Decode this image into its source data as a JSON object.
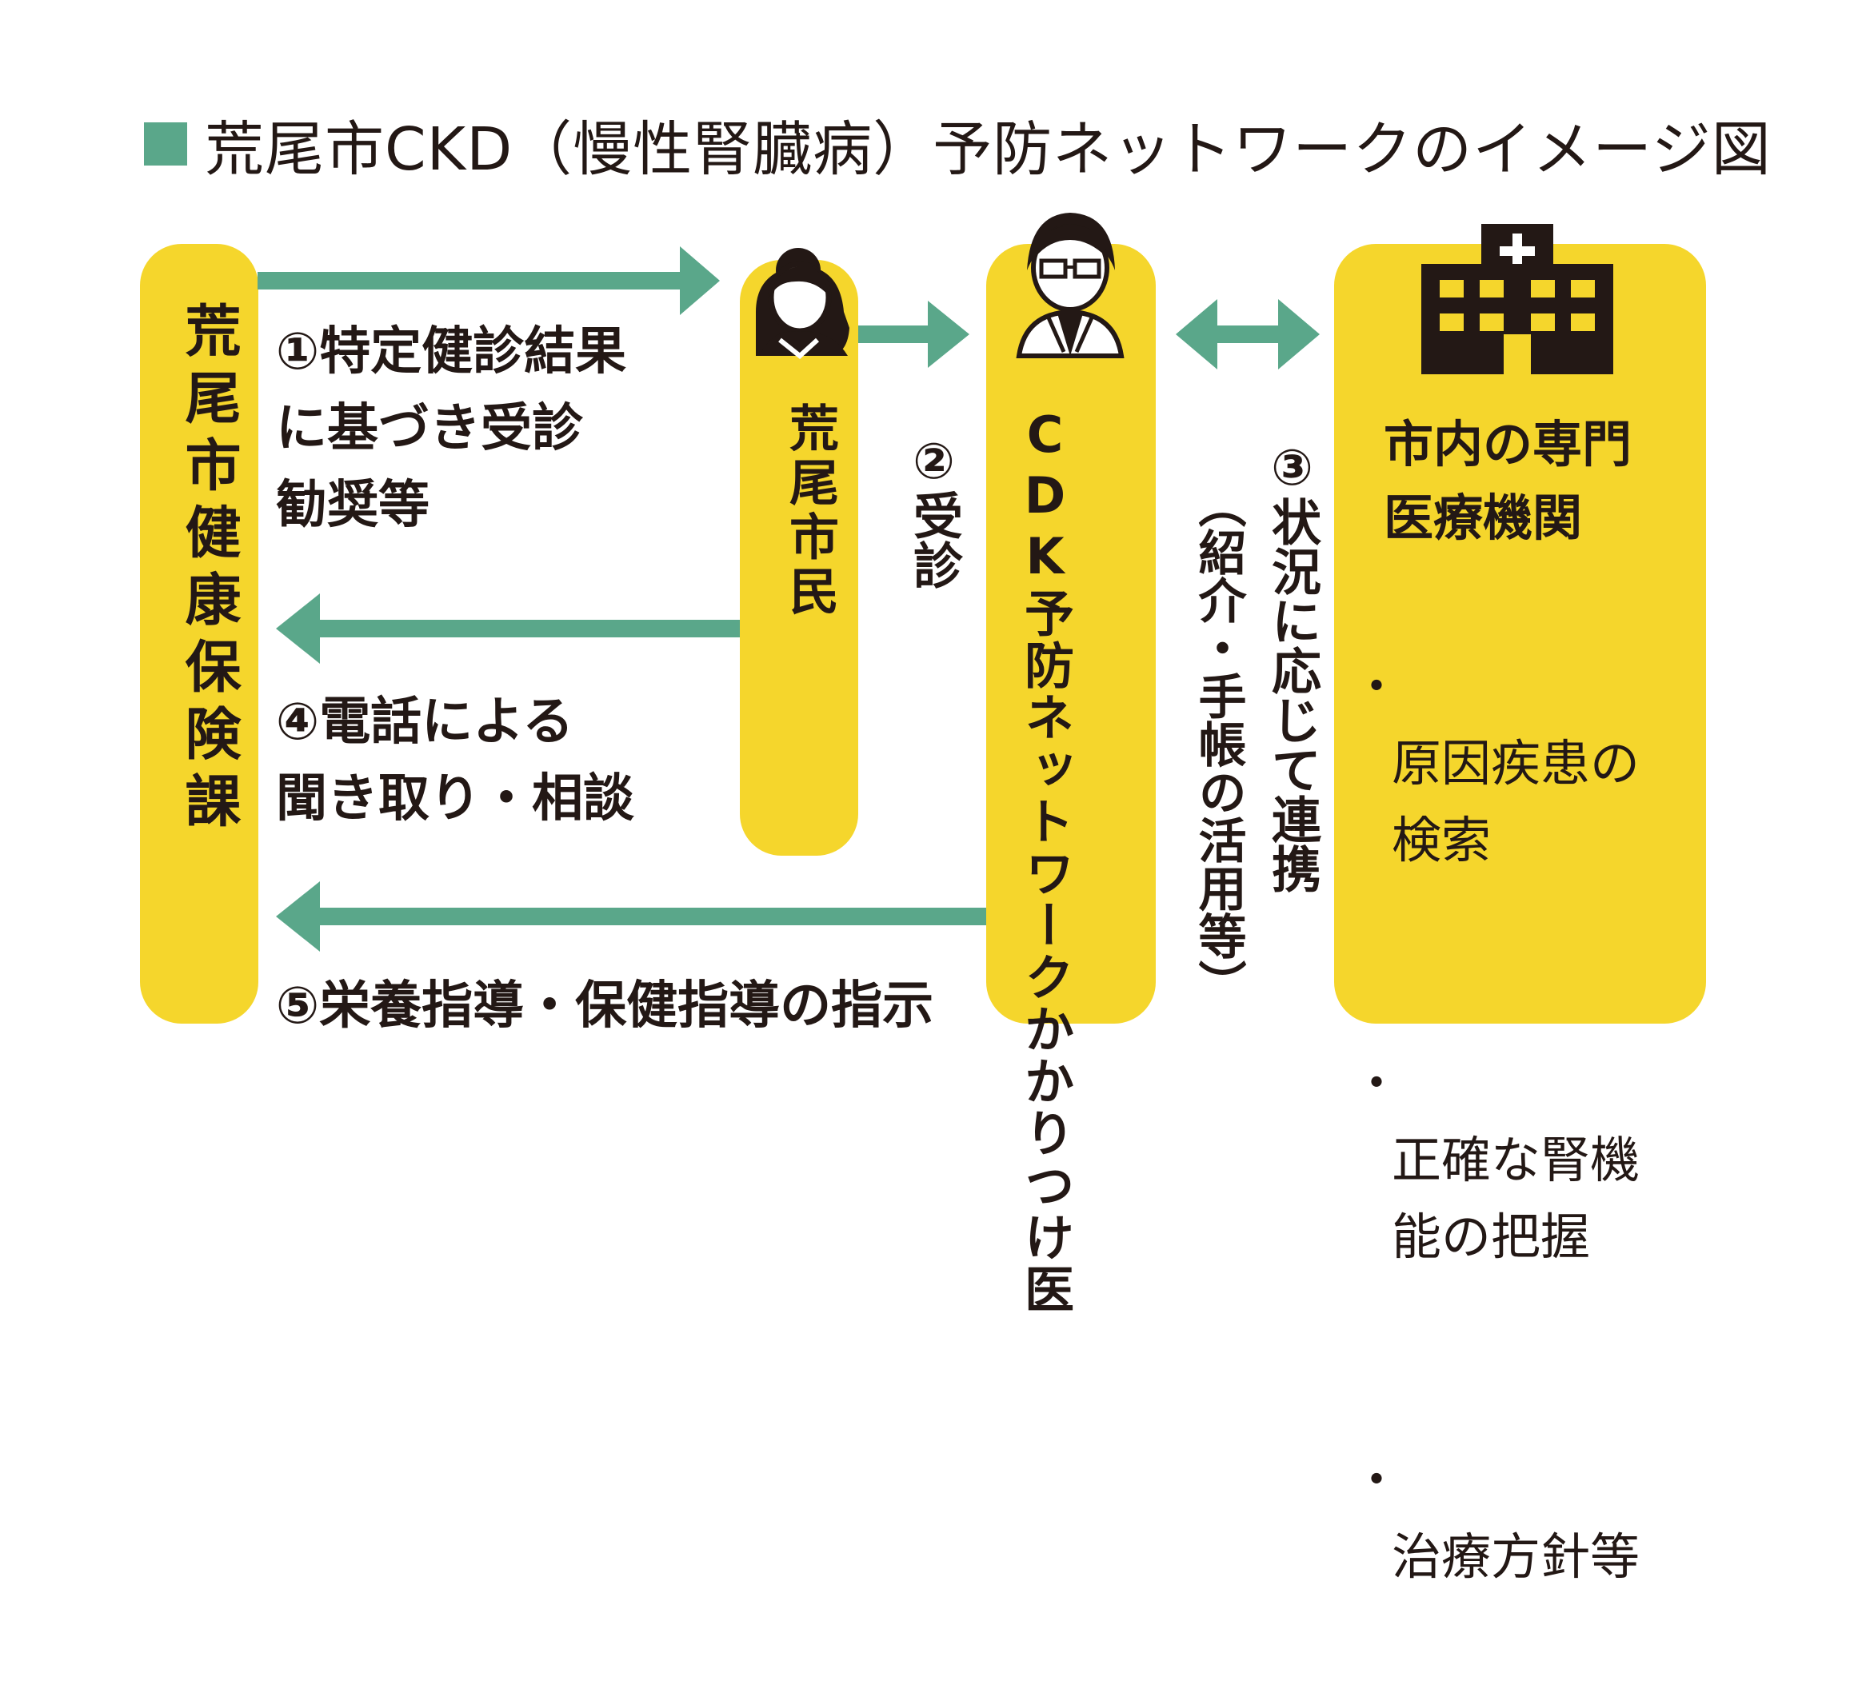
{
  "title": "荒尾市CKD（慢性腎臓病）予防ネットワークのイメージ図",
  "colors": {
    "accent": "#5aa78a",
    "box": "#f5d62c",
    "ink": "#231815"
  },
  "nodes": {
    "health_insurance_section": "荒尾市健康保険課",
    "citizen": "荒尾市民",
    "family_doctor": "CDK予防ネットワークかかりつけ医",
    "hospital_title": "市内の専門\n医療機関",
    "hospital_items": [
      "原因疾患の\n検索",
      "正確な腎機\n能の把握",
      "治療方針等"
    ]
  },
  "hospital_bullet": "・",
  "icons": {
    "citizen": "woman-avatar-icon",
    "doctor": "doctor-avatar-icon",
    "hospital": "hospital-building-icon"
  },
  "edges": {
    "e1": "①特定健診結果\nに基づき受診\n勧奨等",
    "e2": "②受診",
    "e3": "③状況に応じて連携",
    "e3_sub": "（紹介・手帳の活用等）",
    "e4": "④電話による\n聞き取り・相談",
    "e5": "⑤栄養指導・保健指導の指示"
  }
}
